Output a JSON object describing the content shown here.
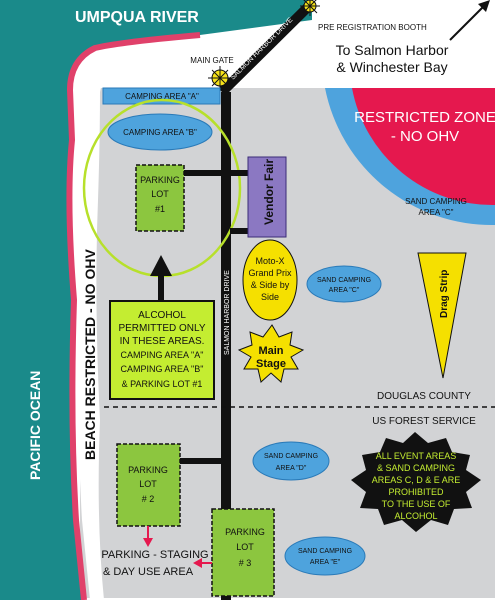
{
  "water": {
    "river": "UMPQUA RIVER",
    "ocean": "PACIFIC OCEAN"
  },
  "beach": "BEACH RESTRICTED - NO OHV",
  "gates": {
    "pre_registration": "PRE REGISTRATION BOOTH",
    "main_gate": "MAIN GATE"
  },
  "roads": {
    "upper": "SALMON HARBOR DRIVE",
    "main": "SALMON HARBOR DRIVE"
  },
  "destination": {
    "line1": "To Salmon Harbor",
    "line2": "& Winchester Bay"
  },
  "areas": {
    "camping_a": "CAMPING AREA \"A\"",
    "camping_b": "CAMPING AREA \"B\"",
    "parking1": [
      "PARKING",
      "LOT",
      "#1"
    ],
    "parking2": [
      "PARKING",
      "LOT",
      "# 2"
    ],
    "parking3": [
      "PARKING",
      "LOT",
      "# 3"
    ],
    "vendor_fair": "Vendor Fair",
    "restricted_zone": [
      "RESTRICTED ZONE",
      "- NO OHV"
    ],
    "sand_c_upper": [
      "SAND CAMPING",
      "AREA \"C\""
    ],
    "sand_c_mid": [
      "SAND CAMPING",
      "AREA \"C\""
    ],
    "sand_d": [
      "SAND CAMPING",
      "AREA \"D\""
    ],
    "sand_e": [
      "SAND CAMPING",
      "AREA \"E\""
    ],
    "motox": [
      "Moto-X",
      "Grand Prix",
      "& Side by",
      "Side"
    ],
    "main_stage": [
      "Main",
      "Stage"
    ],
    "drag_strip": "Drag Strip"
  },
  "alcohol_permitted": [
    "ALCOHOL",
    "PERMITTED ONLY",
    "IN THESE AREAS.",
    "CAMPING AREA \"A\"",
    "CAMPING AREA \"B\"",
    "& PARKING LOT #1"
  ],
  "alcohol_prohibited": [
    "ALL EVENT AREAS",
    "& SAND CAMPING",
    "AREAS C, D & E ARE",
    "PROHIBITED",
    "TO THE USE OF",
    "ALCOHOL"
  ],
  "boundary": {
    "north": "DOUGLAS COUNTY",
    "south": "US FOREST SERVICE"
  },
  "staging": {
    "line1": "PARKING - STAGING",
    "line2": "& DAY USE AREA"
  },
  "colors": {
    "water": "#1a8a8a",
    "beach_edge": "#e0416a",
    "sand": "#d2d3d5",
    "camping": "#4ea3dd",
    "parking": "#8cc63f",
    "vendor": "#8b78c2",
    "restricted": "#e5184e",
    "yellow": "#f5e000",
    "callout_green": "#c4ed31",
    "road": "#111111"
  }
}
